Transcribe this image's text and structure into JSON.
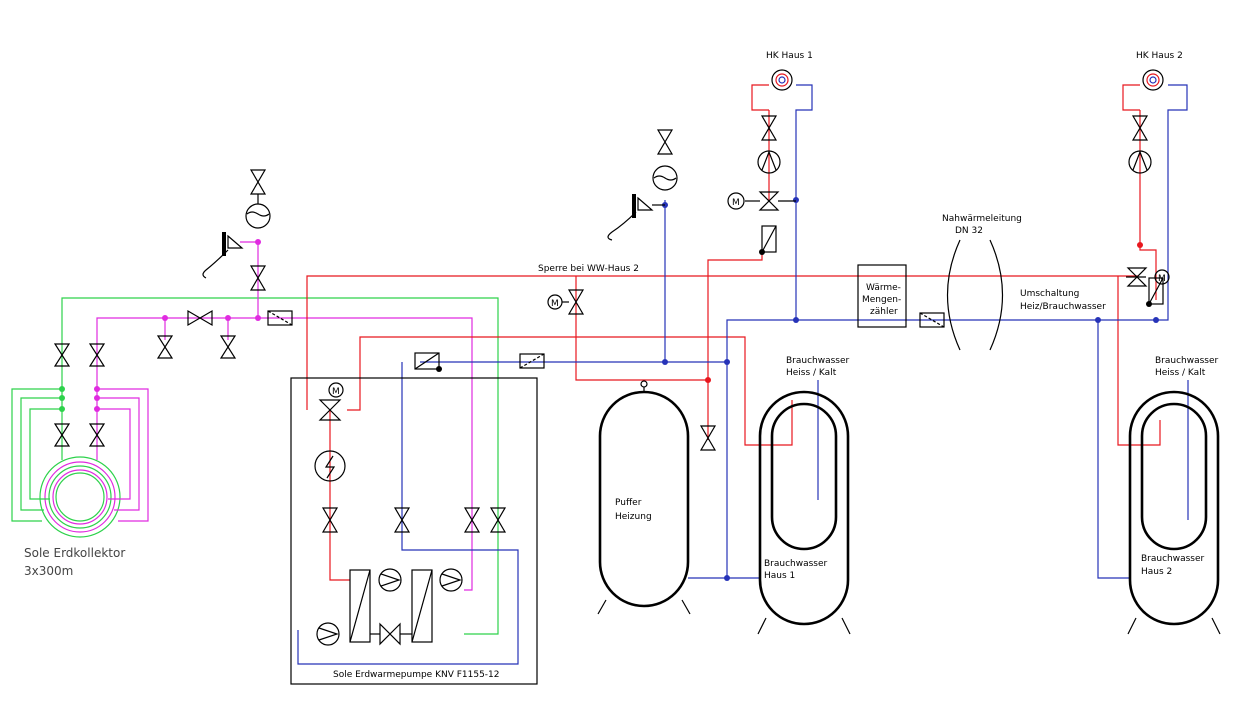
{
  "labels": {
    "hk_haus_1": "HK Haus 1",
    "hk_haus_2": "HK Haus 2",
    "nahwaerme_1": "Nahwärmeleitung",
    "nahwaerme_2": "DN 32",
    "sperre": "Sperre bei WW-Haus 2",
    "waerme_1": "Wärme-",
    "waerme_2": "Mengen-",
    "waerme_3": "zähler",
    "umschaltung_1": "Umschaltung",
    "umschaltung_2": "Heiz/Brauchwasser",
    "bw_hk1_1": "Brauchwasser",
    "bw_hk1_2": "Heiss / Kalt",
    "bw_hk2_1": "Brauchwasser",
    "bw_hk2_2": "Heiss / Kalt",
    "puffer_1": "Puffer",
    "puffer_2": "Heizung",
    "bw_haus1_1": "Brauchwasser",
    "bw_haus1_2": "Haus 1",
    "bw_haus2_1": "Brauchwasser",
    "bw_haus2_2": "Haus 2",
    "sole_1": "Sole Erdkollektor",
    "sole_2": "3x300m",
    "waermepumpe": "Sole Erdwarmepumpe KNV F1155-12",
    "motor": "M"
  },
  "colors": {
    "red": "#e8171e",
    "blue": "#2633b8",
    "green": "#2dd24b",
    "magenta": "#e02be0",
    "black": "#000000"
  }
}
